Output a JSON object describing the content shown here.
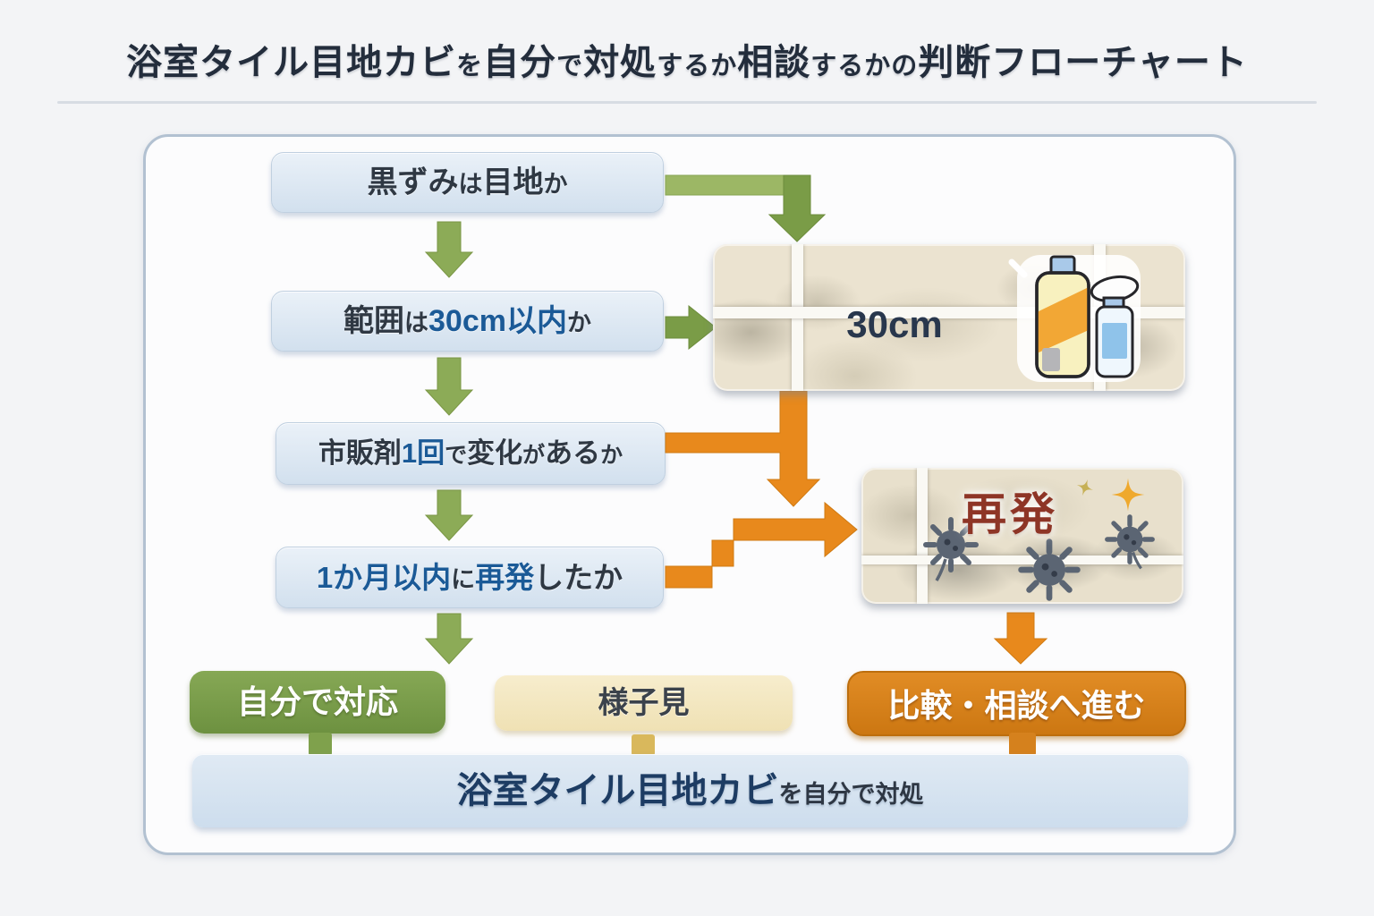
{
  "title": {
    "segments": [
      {
        "t": "浴室タイル目地カビ"
      },
      {
        "t": "を",
        "small": true
      },
      {
        "t": "自分"
      },
      {
        "t": "で",
        "small": true
      },
      {
        "t": "対処"
      },
      {
        "t": "するか",
        "small": true
      },
      {
        "t": "相談"
      },
      {
        "t": "するかの",
        "small": true
      },
      {
        "t": "判断フローチャート"
      }
    ]
  },
  "flow": {
    "questions": [
      {
        "id": "q1",
        "segments": [
          {
            "t": "黒ずみ"
          },
          {
            "t": "は",
            "small": true
          },
          {
            "t": "目地"
          },
          {
            "t": "か",
            "small": true
          }
        ]
      },
      {
        "id": "q2",
        "segments": [
          {
            "t": "範囲"
          },
          {
            "t": "は",
            "small": true
          },
          {
            "t": "30cm以内",
            "accent": true
          },
          {
            "t": "か",
            "small": true
          }
        ]
      },
      {
        "id": "q3",
        "segments": [
          {
            "t": "市販剤"
          },
          {
            "t": "1回",
            "accent": true
          },
          {
            "t": "で",
            "small": true
          },
          {
            "t": "変化"
          },
          {
            "t": "が",
            "small": true
          },
          {
            "t": "ある"
          },
          {
            "t": "か",
            "small": true
          }
        ]
      },
      {
        "id": "q4",
        "segments": [
          {
            "t": "1か月以内",
            "accent": true
          },
          {
            "t": "に",
            "small": true
          },
          {
            "t": "再発",
            "accent": true
          },
          {
            "t": "したか"
          }
        ]
      }
    ],
    "illustrations": {
      "extent": {
        "measure_label": "30cm"
      },
      "recurrence": {
        "label": "再発"
      }
    },
    "results": {
      "self": "自分で対応",
      "wait": "様子見",
      "consult": "比較・相談へ進む"
    },
    "footer": {
      "segments": [
        {
          "t": "浴室タイル目地カビ"
        },
        {
          "t": "を自分で対処",
          "small": true
        }
      ]
    }
  },
  "colors": {
    "accent_blue": "#1b5a97",
    "text_dark": "#2f3843",
    "title": "#232d3c",
    "green_arrow": "#8cab57",
    "green_arrow_dark": "#7a9c47",
    "green_bar_light": "#9cb765",
    "green_box": "#7ba04b",
    "measure_green": "#49a742",
    "orange": "#e8891c",
    "orange_box": "#d5811d",
    "cream_box": "#f6ebc8",
    "tan_tab": "#d9b85c",
    "navy": "#1d3c63",
    "red_label": "#8e3526",
    "mold_gray": "#5b6573",
    "sparkle": "#efa92d",
    "frame_border": "#b2c1d1",
    "tile_beige": "#ebe3d0"
  }
}
